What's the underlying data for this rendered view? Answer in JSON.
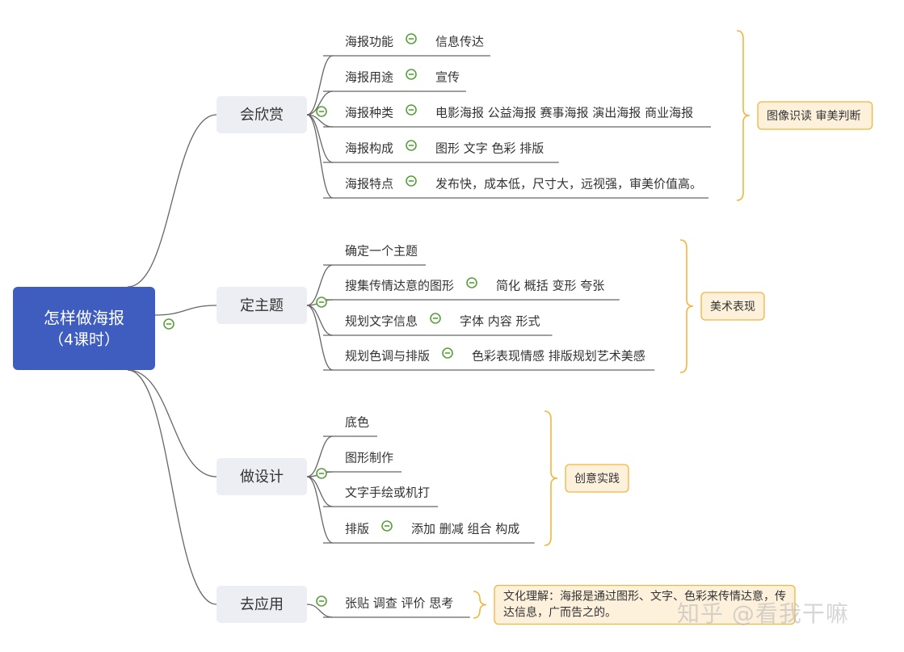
{
  "colors": {
    "root_fill": "#3f5dbf",
    "root_text": "#ffffff",
    "main_fill": "#eceef3",
    "line": "#666666",
    "toggle": "#58a13a",
    "bracket": "#f1b63f",
    "summary_fill": "#fdf1dc"
  },
  "root": {
    "line1": "怎样做海报",
    "line2": "（4课时）"
  },
  "branches": [
    {
      "label": "会欣赏",
      "items": [
        {
          "label": "海报功能",
          "detail": "信息传达"
        },
        {
          "label": "海报用途",
          "detail": "宣传"
        },
        {
          "label": "海报种类",
          "detail": "电影海报 公益海报 赛事海报 演出海报 商业海报"
        },
        {
          "label": "海报构成",
          "detail": "图形 文字 色彩 排版"
        },
        {
          "label": "海报特点",
          "detail": "发布快，成本低，尺寸大，远视强，审美价值高。"
        }
      ],
      "summary": "图像识读 审美判断"
    },
    {
      "label": "定主题",
      "items": [
        {
          "label": "确定一个主题",
          "detail": ""
        },
        {
          "label": "搜集传情达意的图形",
          "detail": "简化 概括 变形 夸张"
        },
        {
          "label": "规划文字信息",
          "detail": "字体 内容 形式"
        },
        {
          "label": "规划色调与排版",
          "detail": "色彩表现情感 排版规划艺术美感"
        }
      ],
      "summary": "美术表现"
    },
    {
      "label": "做设计",
      "items": [
        {
          "label": "底色",
          "detail": ""
        },
        {
          "label": "图形制作",
          "detail": ""
        },
        {
          "label": "文字手绘或机打",
          "detail": ""
        },
        {
          "label": "排版",
          "detail": "添加 删减 组合 构成"
        }
      ],
      "summary": "创意实践"
    },
    {
      "label": "去应用",
      "items": [
        {
          "label": "张贴 调查 评价 思考",
          "detail": ""
        }
      ],
      "summary": "文化理解：海报是通过图形、文字、色彩来传情达意，传达信息，广而告之的。",
      "summary_lines": [
        "文化理解：海报是通过图形、文字、色彩来传情达意，传",
        "达信息，广而告之的。"
      ]
    }
  ],
  "watermark": "知乎 @看我干嘛"
}
